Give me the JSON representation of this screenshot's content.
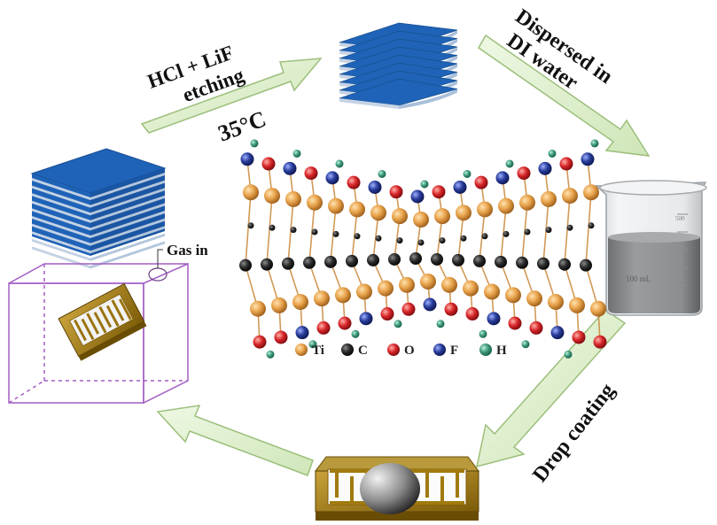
{
  "steps": {
    "etching_line1": "HCl + LiF",
    "etching_line2": "etching",
    "temperature": "35°C",
    "dispersed_line1": "Dispersed in",
    "dispersed_line2": "DI water",
    "drop_coating": "Drop coating",
    "gas_in": "Gas in"
  },
  "beaker": {
    "volume_top": "500",
    "volume_label": "100 mL"
  },
  "legend": [
    {
      "symbol": "Ti",
      "color": "#e8a24a",
      "icon": "titanium-atom-icon"
    },
    {
      "symbol": "C",
      "color": "#2a2a2a",
      "icon": "carbon-atom-icon"
    },
    {
      "symbol": "O",
      "color": "#d8262a",
      "icon": "oxygen-atom-icon"
    },
    {
      "symbol": "F",
      "color": "#283c9a",
      "icon": "fluorine-atom-icon"
    },
    {
      "symbol": "H",
      "color": "#3f9a7a",
      "icon": "hydrogen-atom-icon"
    }
  ],
  "colors": {
    "arrow_fill": "#dcefc9",
    "arrow_stroke": "#9cbf7c",
    "mxene_blue": "#1f63b8",
    "mxene_stripe": "#b9cbe0",
    "chamber_line": "#a35fc4",
    "electrode_gold": "#a07a0e"
  }
}
